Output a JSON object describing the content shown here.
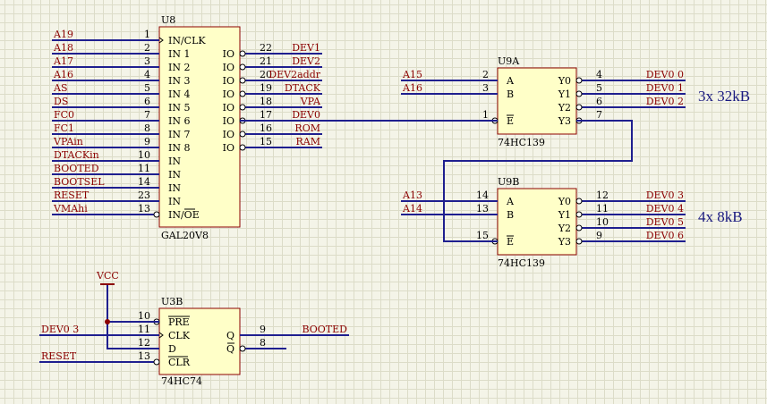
{
  "colors": {
    "wire": "#1f1f8f",
    "body_fill": "#ffffc8",
    "body_stroke": "#8b0000",
    "net": "#8b0000",
    "pin": "#000000",
    "power": "#8b0000"
  },
  "icons": [
    "clock-input-icon",
    "inverter-bubble-icon",
    "power-port-icon"
  ],
  "u8": {
    "ref": "U8",
    "part": "GAL20V8",
    "inputs": [
      {
        "net": "A19",
        "num": "1",
        "name": "IN/CLK"
      },
      {
        "net": "A18",
        "num": "2",
        "name": "IN 1"
      },
      {
        "net": "A17",
        "num": "3",
        "name": "IN 2"
      },
      {
        "net": "A16",
        "num": "4",
        "name": "IN 3"
      },
      {
        "net": "AS",
        "num": "5",
        "name": "IN 4"
      },
      {
        "net": "DS",
        "num": "6",
        "name": "IN 5"
      },
      {
        "net": "FC0",
        "num": "7",
        "name": "IN 6"
      },
      {
        "net": "FC1",
        "num": "8",
        "name": "IN 7"
      },
      {
        "net": "VPAin",
        "num": "9",
        "name": "IN 8"
      },
      {
        "net": "DTACKin",
        "num": "10",
        "name": "IN"
      },
      {
        "net": "BOOTED",
        "num": "11",
        "name": "IN"
      },
      {
        "net": "BOOTSEL",
        "num": "14",
        "name": "IN"
      },
      {
        "net": "RESET",
        "num": "23",
        "name": "IN"
      },
      {
        "net": "VMAhi",
        "num": "13",
        "name": "IN/OE"
      }
    ],
    "outputs": [
      {
        "name": "IO",
        "num": "22",
        "net": "DEV1"
      },
      {
        "name": "IO",
        "num": "21",
        "net": "DEV2"
      },
      {
        "name": "IO",
        "num": "20",
        "net": "DEV2addr"
      },
      {
        "name": "IO",
        "num": "19",
        "net": "DTACK"
      },
      {
        "name": "IO",
        "num": "18",
        "net": "VPA"
      },
      {
        "name": "IO",
        "num": "17",
        "net": "DEV0"
      },
      {
        "name": "IO",
        "num": "16",
        "net": "ROM"
      },
      {
        "name": "IO",
        "num": "15",
        "net": "RAM"
      }
    ]
  },
  "u9a": {
    "ref": "U9A",
    "part": "74HC139",
    "inputs": [
      {
        "net": "A15",
        "num": "2",
        "name": "A"
      },
      {
        "net": "A16",
        "num": "3",
        "name": "B"
      },
      {
        "net": "",
        "num": "1",
        "name": "E"
      }
    ],
    "outputs": [
      {
        "name": "Y0",
        "num": "4",
        "net": "DEV0_0"
      },
      {
        "name": "Y1",
        "num": "5",
        "net": "DEV0_1"
      },
      {
        "name": "Y2",
        "num": "6",
        "net": "DEV0_2"
      },
      {
        "name": "Y3",
        "num": "7",
        "net": ""
      }
    ]
  },
  "u9b": {
    "ref": "U9B",
    "part": "74HC139",
    "inputs": [
      {
        "net": "A13",
        "num": "14",
        "name": "A"
      },
      {
        "net": "A14",
        "num": "13",
        "name": "B"
      },
      {
        "net": "",
        "num": "15",
        "name": "E"
      }
    ],
    "outputs": [
      {
        "name": "Y0",
        "num": "12",
        "net": "DEV0_3"
      },
      {
        "name": "Y1",
        "num": "11",
        "net": "DEV0_4"
      },
      {
        "name": "Y2",
        "num": "10",
        "net": "DEV0_5"
      },
      {
        "name": "Y3",
        "num": "9",
        "net": "DEV0_6"
      }
    ]
  },
  "u3b": {
    "ref": "U3B",
    "part": "74HC74",
    "inputs": [
      {
        "net": "",
        "num": "10",
        "name": "PRE"
      },
      {
        "net": "DEV0_3",
        "num": "11",
        "name": "CLK"
      },
      {
        "net": "",
        "num": "12",
        "name": "D"
      },
      {
        "net": "RESET",
        "num": "13",
        "name": "CLR"
      }
    ],
    "outputs": [
      {
        "name": "Q",
        "num": "9",
        "net": "BOOTED"
      },
      {
        "name": "Q",
        "num": "8",
        "net": ""
      }
    ]
  },
  "power": {
    "label": "VCC"
  },
  "notes": {
    "upper": "3x 32kB",
    "lower": "4x 8kB"
  }
}
